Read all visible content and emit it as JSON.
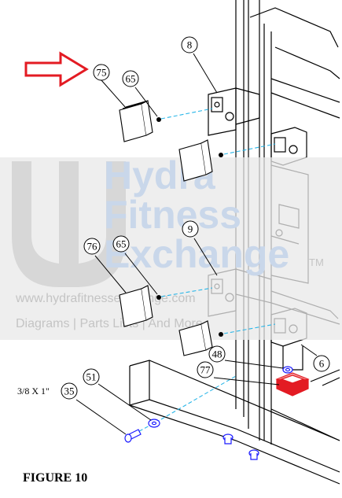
{
  "figure_title": "FIGURE 10",
  "bolt_note": "3/8 X 1\"",
  "callouts": [
    "75",
    "65",
    "8",
    "9",
    "65",
    "76",
    "48",
    "77",
    "6",
    "51",
    "35"
  ],
  "watermark": {
    "line1": "Hydra",
    "line2": "Fitness",
    "line3": "Exchange",
    "tm": "TM",
    "url": "www.hydrafitnessexchange.com",
    "tags": "Diagrams | Parts Lists | And More"
  },
  "colors": {
    "arrow": "#e31b23",
    "highlight_part": "#e31b23",
    "hardware": "#1a1aff",
    "leader": "#29b6e8",
    "watermark_band": "#e8e8e8"
  }
}
